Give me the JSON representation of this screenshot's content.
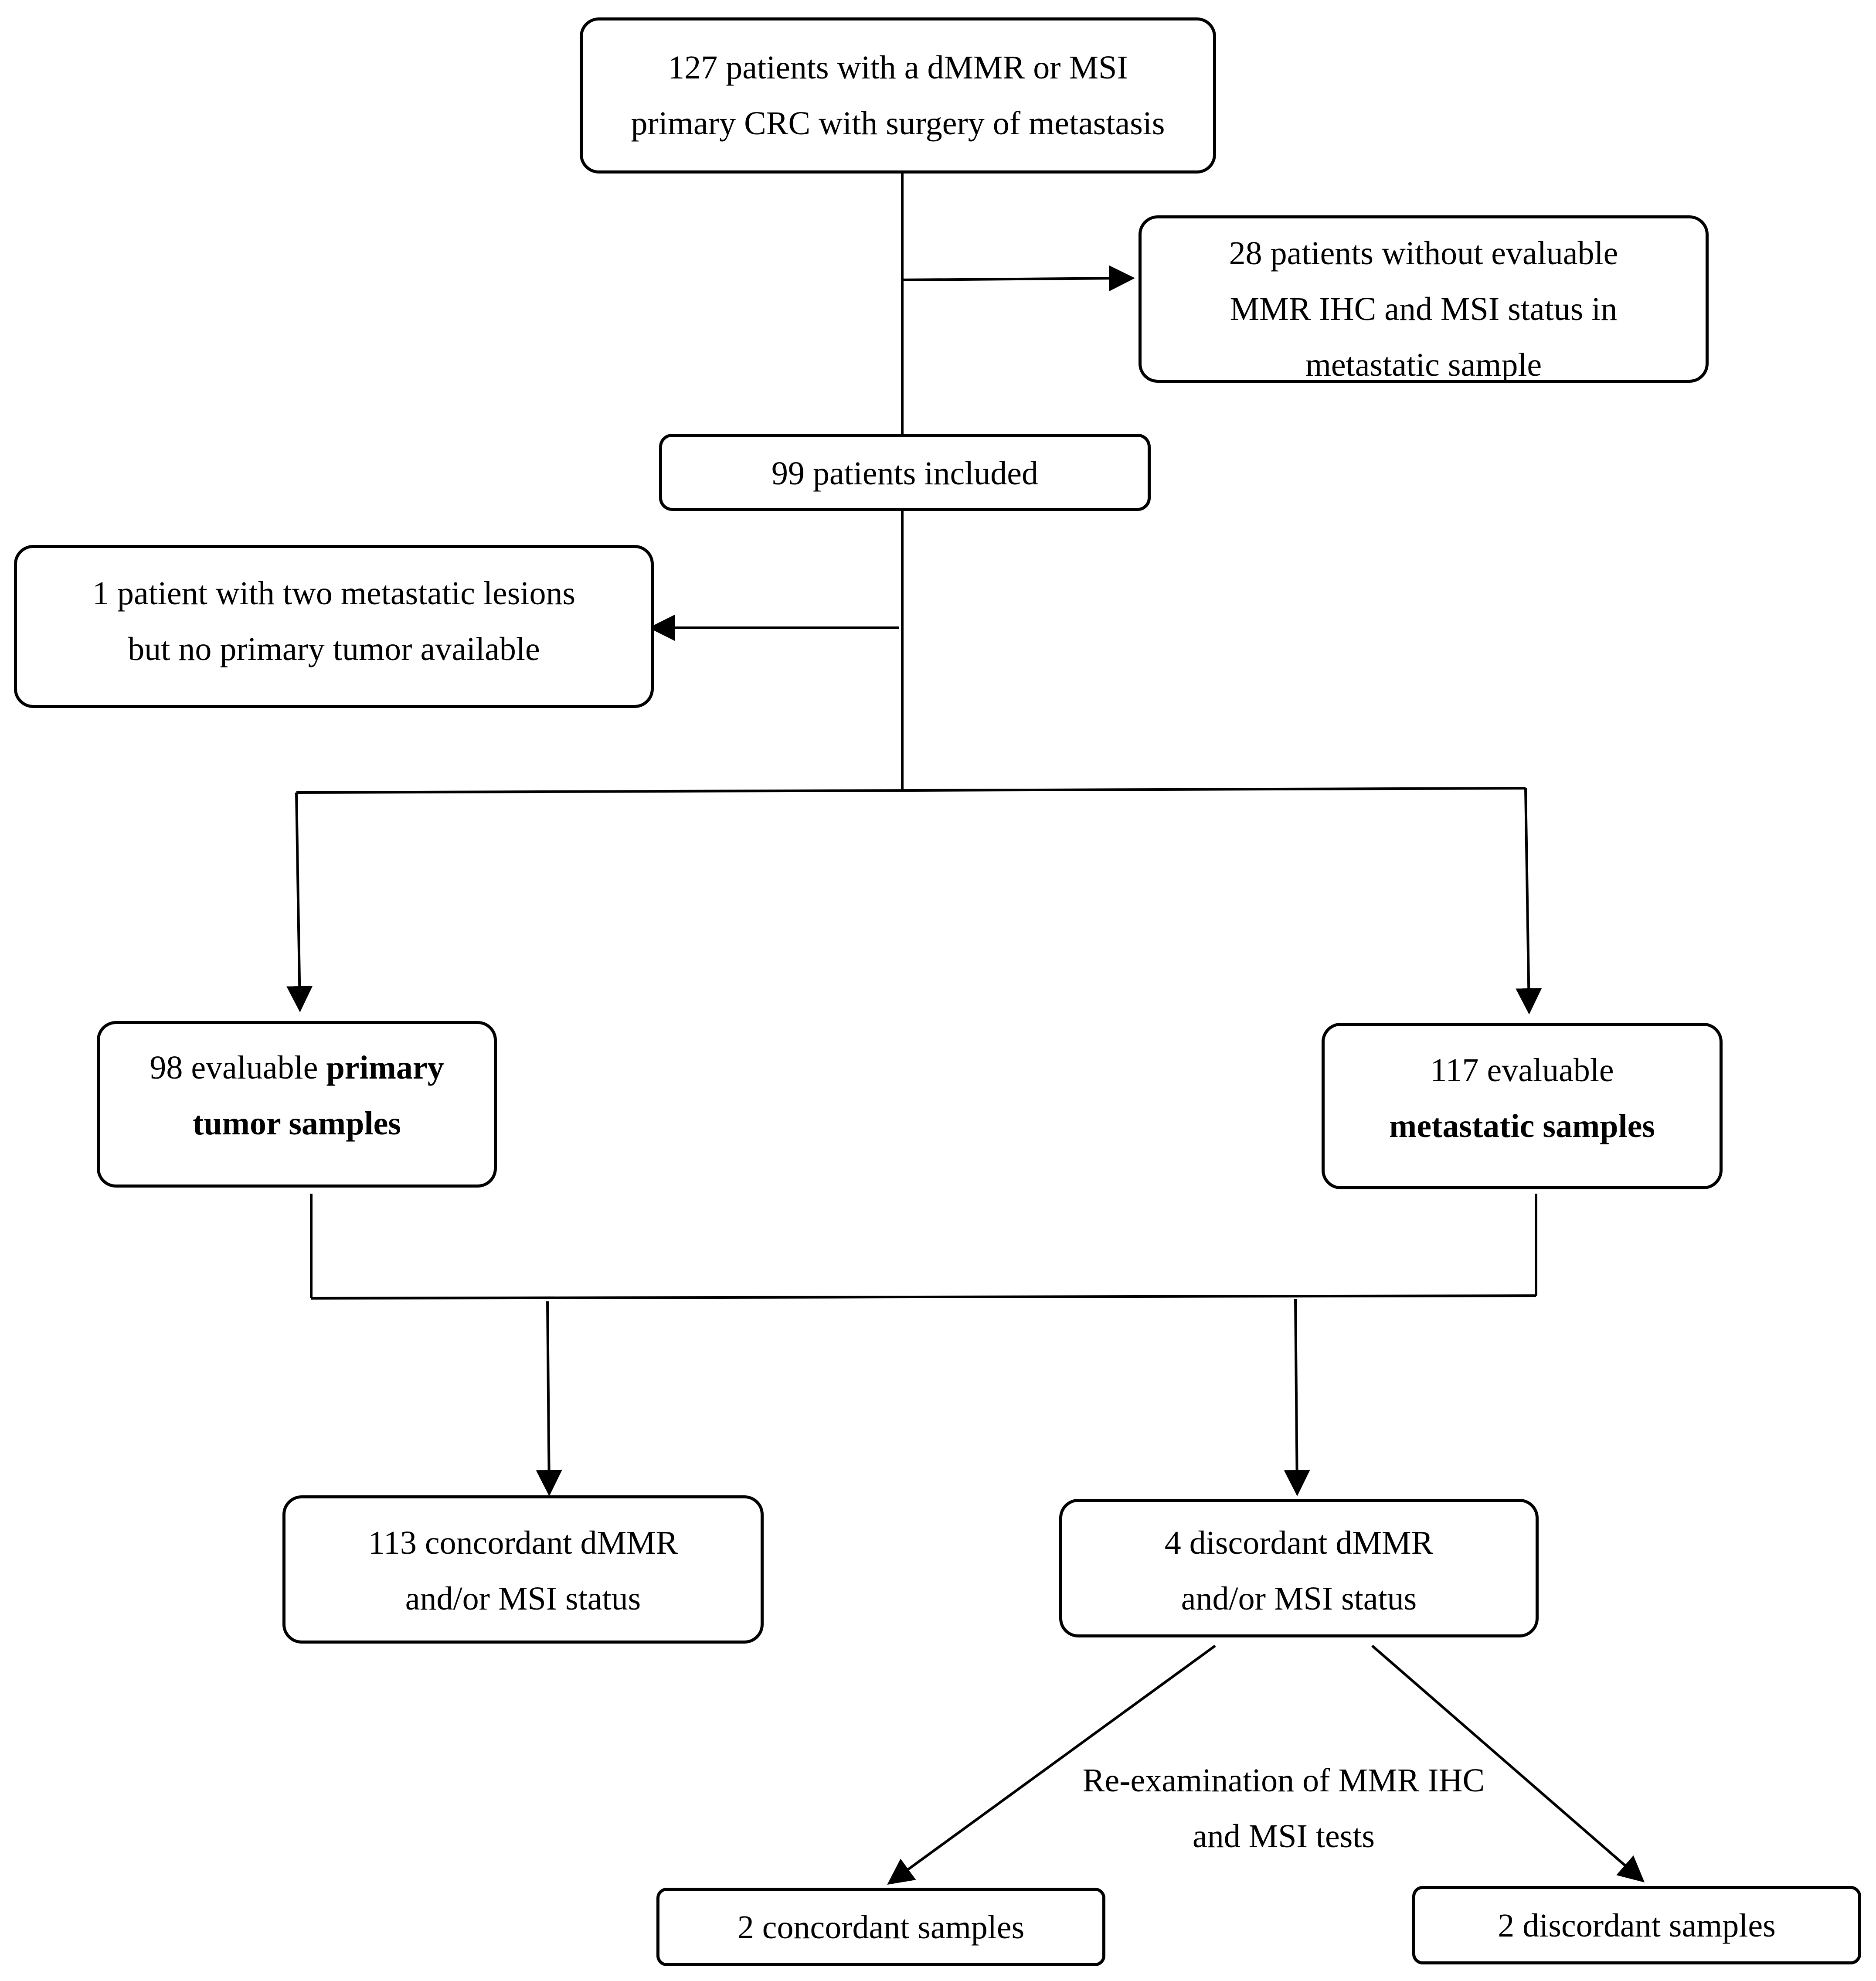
{
  "nodes": {
    "start": {
      "line1": "127 patients with a dMMR or MSI",
      "line2": "primary CRC with surgery of metastasis"
    },
    "excluded_28": {
      "line1": "28 patients without evaluable",
      "line2": "MMR IHC and MSI status in",
      "line3": "metastatic sample"
    },
    "included": {
      "line1": "99 patients included"
    },
    "excluded_1": {
      "line1": "1 patient with two metastatic lesions",
      "line2": "but no primary tumor available"
    },
    "primary": {
      "line1_normal": "98 evaluable ",
      "line1_bold": "primary",
      "line2_bold": "tumor samples"
    },
    "metastatic": {
      "line1": "117 evaluable",
      "line2_bold": "metastatic samples"
    },
    "concordant_113": {
      "line1": "113 concordant dMMR",
      "line2": "and/or MSI status"
    },
    "discordant_4": {
      "line1": "4 discordant dMMR",
      "line2": "and/or MSI status"
    },
    "concordant_2": {
      "line1": "2 concordant samples"
    },
    "discordant_2": {
      "line1": "2 discordant samples"
    }
  },
  "annotations": {
    "reexam": {
      "line1": "Re-examination of MMR IHC",
      "line2": "and MSI tests"
    }
  }
}
